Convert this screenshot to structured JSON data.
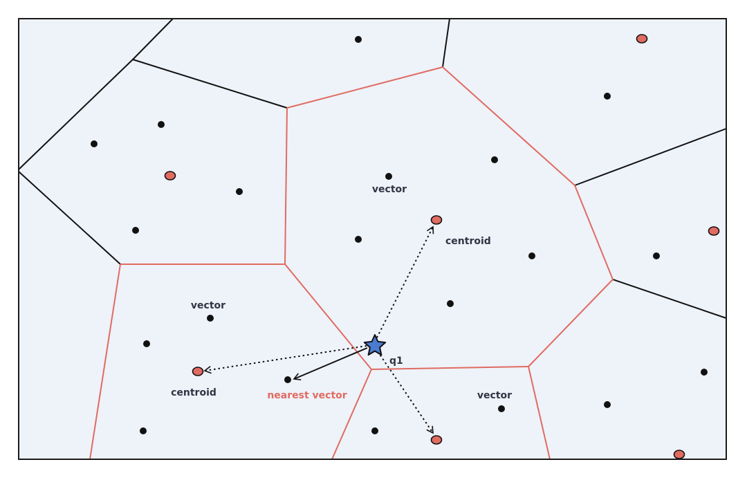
{
  "colors": {
    "background": "#eef2f9",
    "frame": "#1a1a1a",
    "outer_boundary": "#111111",
    "highlighted_boundary": "#e06b60",
    "vector_dot": "#111111",
    "centroid_fill": "#e06b60",
    "query_star": "#4a7bd0",
    "arrow": "#111111"
  },
  "icons": {
    "query": "star-icon",
    "centroid": "red-oval-dot",
    "vector": "black-dot"
  },
  "labels": {
    "vector_top": "vector",
    "centroid_top": "centroid",
    "vector_left": "vector",
    "centroid_left": "centroid",
    "nearest_vector": "nearest vector",
    "query": "q1",
    "vector_bottom": "vector"
  },
  "arrows": {
    "dotted_to_centroids": 3,
    "solid_to_nearest": 1
  }
}
